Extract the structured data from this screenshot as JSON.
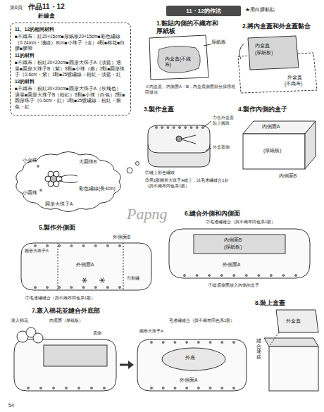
{
  "diagram": {
    "nodes": [
      {
        "text": [
          "11、12的相同材料",
          "■不織布：紅20×15cm■厚紙板20×15cm■彩色繡線（0.24mm・淺綠）8cm■小珠子（金）4顆■棉花■白膠■膠帶",
          "11的材料",
          "■不織布：粉紅20×20cm■圓形大珠子A（淡藍）適量■圓形大珠子B（紫）8顆■小珠（銀）2顆■圓形珠子（0.6cm・紫）1顆■25號繡線：粉紅・淡藍・紅",
          "12的材料",
          "■不織布：粉紅20×20cm■圓形大珠子A（玫瑰色）適量■圓形大珠子B（粉紅）8顆■小珠（白色）2顆■圓形珠子（0.6cm・紅）1顆■25號繡線：粉紅・銀色・紅"
        ]
      },
      {
        "text": [
          "11・12的作法"
        ]
      },
      {
        "text": [
          "小金珠",
          "大圓珠B",
          "彩色繡線(長4cm)",
          "小圓珠",
          "圓形大珠子A"
        ]
      }
    ],
    "labels": [
      "第6頁",
      "作品11・12",
      "針線盒",
      "★用白膠黏貼",
      "1.黏貼內側的不織布和厚紙板",
      "厚紙板",
      "內盒蓋(不織布)",
      "※內盒蓋、內側面A・B，內盒底側面部分採用相同做法",
      "2.將內盒蓋和外盒蓋黏合",
      "內盒蓋",
      "(厚紙板)",
      "外盒蓋",
      "(不織布)",
      "3.製作盒蓋",
      "①在外盒蓋貼上圓珠",
      "外盒蓋側",
      "②縫上彩色繡線",
      "③用1股圓形大珠子A縫上，以毛邊繡縫合1針（與不織布同色系1股）",
      "4.製作內側的盒子",
      "內側面A",
      "(厚紙板)",
      "內側面B",
      "5.製作外側面",
      "外側面B",
      "圓形大珠子A",
      "外側面A",
      "①刺繡",
      "②毛邊繡縫合（與不織布同色系1股）",
      "6.縫合外側和內側面",
      "②毛邊繡縫合（與不織布同色系1股）",
      "內側面B",
      "(厚紙板)",
      "外側面A",
      "①從底側面放入內側的盒子",
      "7.塞入棉花並縫合外底部",
      "塞入棉花",
      "內底面（厚紙板）",
      "底側",
      "圓形大珠子A",
      "毛邊繡縫合（與不織布同色系1股）",
      "外底",
      "外側面A",
      "8.裝上盒蓋",
      "縫合連接",
      "外盒蓋",
      "54",
      "Papng"
    ]
  }
}
